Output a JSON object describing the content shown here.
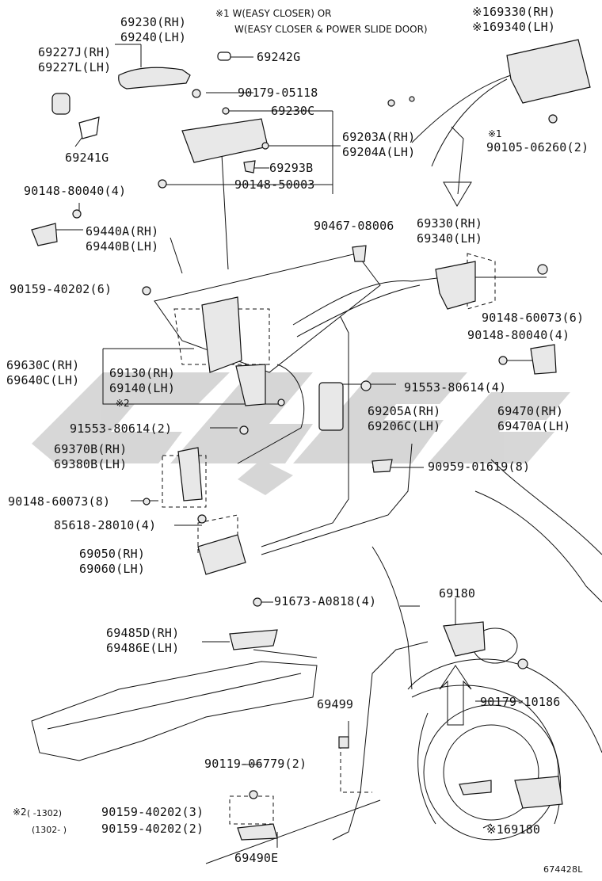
{
  "note": {
    "line1": "※1 W(EASY CLOSER) OR",
    "line2": "W(EASY CLOSER & POWER SLIDE DOOR)"
  },
  "parts": {
    "p69230_rh": "69230(RH)",
    "p69240_lh": "69240(LH)",
    "p69227j_rh": "69227J(RH)",
    "p69227l_lh": "69227L(LH)",
    "p69242g": "69242G",
    "p90179_05118": "90179-05118",
    "p69230c": "69230C",
    "p69241g": "69241G",
    "p69203a_rh": "69203A(RH)",
    "p69204a_lh": "69204A(LH)",
    "p69293b": "69293B",
    "p90148_80040_top": "90148-80040(4)",
    "p90148_50003": "90148-50003",
    "p69440a_rh": "69440A(RH)",
    "p69440b_lh": "69440B(LH)",
    "p69330_rh_top": "※169330(RH)",
    "p69340_lh_top": "※169340(LH)",
    "p90105_06260": "90105-06260(2)",
    "p90105_mark": "※1",
    "p90467_08006": "90467-08006",
    "p69330_rh_mid": "69330(RH)",
    "p69340_lh_mid": "69340(LH)",
    "p90159_40202_6": "90159-40202(6)",
    "p90148_60073_6": "90148-60073(6)",
    "p90148_80040_r": "90148-80040(4)",
    "p69630c_rh": "69630C(RH)",
    "p69640c_lh": "69640C(LH)",
    "p69130_rh": "69130(RH)",
    "p69140_lh": "69140(LH)",
    "p_mark2": "※2",
    "p91553_80614_r": "91553-80614(4)",
    "p69470_rh": "69470(RH)",
    "p69470a_lh": "69470A(LH)",
    "p69205a_rh": "69205A(RH)",
    "p69206c_lh": "69206C(LH)",
    "p91553_80614_l": "91553-80614(2)",
    "p69370b_rh": "69370B(RH)",
    "p69380b_lh": "69380B(LH)",
    "p90959_01619": "90959-01619(8)",
    "p90148_60073_8": "90148-60073(8)",
    "p85618_28010": "85618-28010(4)",
    "p69050_rh": "69050(RH)",
    "p69060_lh": "69060(LH)",
    "p91673_a0818": "91673-A0818(4)",
    "p69180_top": "69180",
    "p69485d_rh": "69485D(RH)",
    "p69486e_lh": "69486E(LH)",
    "p90179_10186": "90179-10186",
    "p69499": "69499",
    "p90119_06779": "90119-06779(2)",
    "p_mark2_bottom": "※2",
    "p_range1": "(      -1302)",
    "p_range2": "(1302-      )",
    "p90159_40202_3": "90159-40202(3)",
    "p90159_40202_2": "90159-40202(2)",
    "p69490e": "69490E",
    "p69180_bottom": "※169180"
  },
  "footer": {
    "diagram_code": "674428L"
  },
  "colors": {
    "ink": "#111111",
    "watermark": "#c8c8c8"
  }
}
